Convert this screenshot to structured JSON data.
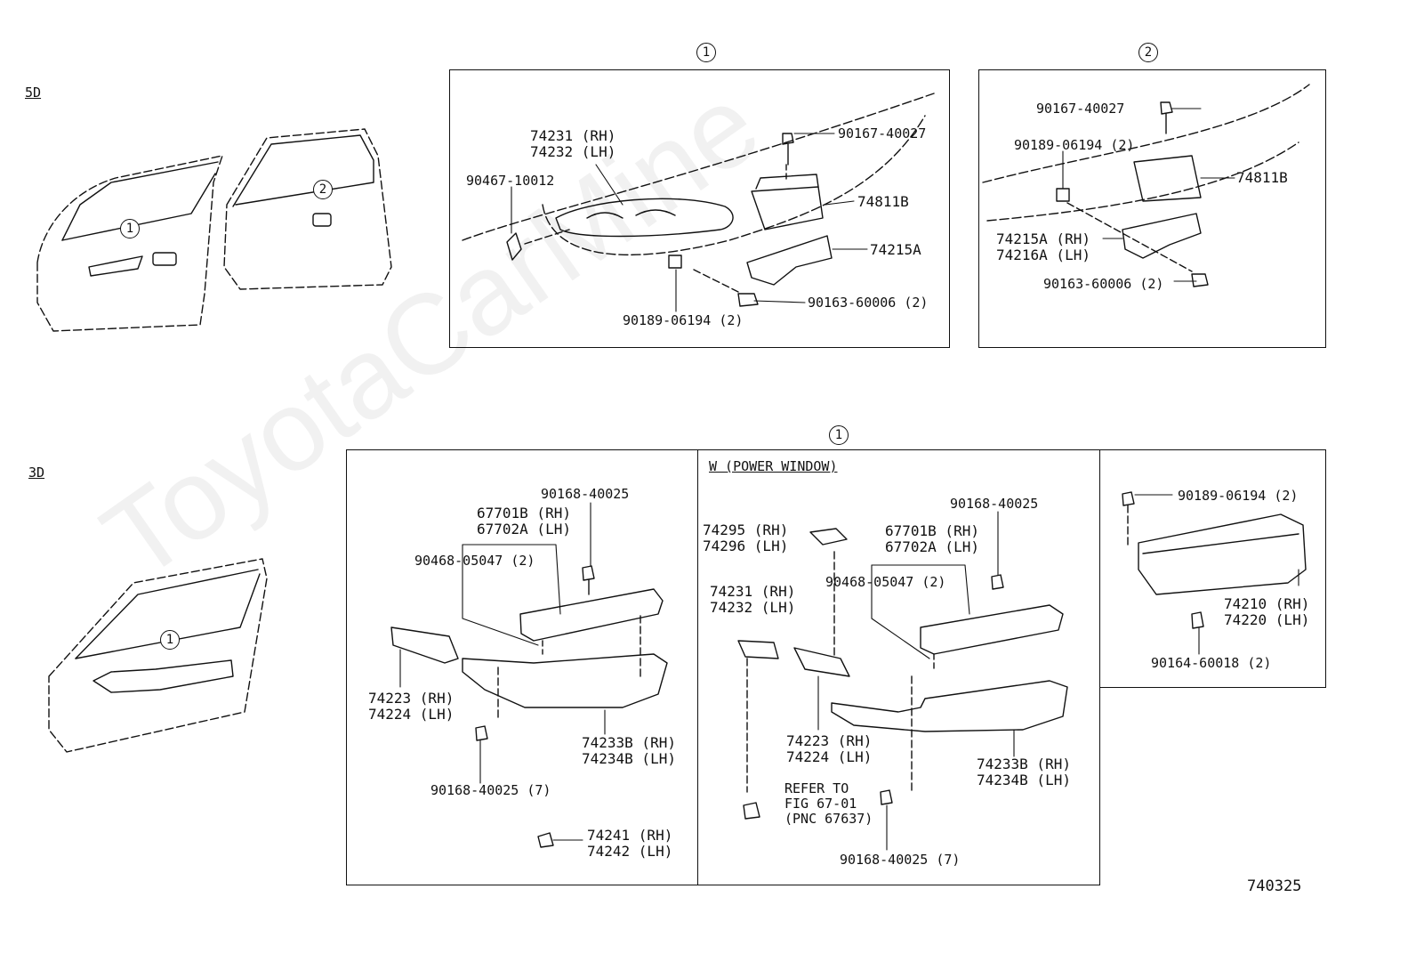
{
  "watermark": "ToyotaCarMine",
  "figure_number": "740325",
  "sections": {
    "five_door": "5D",
    "three_door": "3D"
  },
  "callouts": {
    "c1": "1",
    "c2": "2"
  },
  "panel_w": {
    "title": "W (POWER WINDOW)"
  },
  "panel_5d_1": {
    "p1_a": "74231 (RH)",
    "p1_b": "74232 (LH)",
    "p2": "90467-10012",
    "p3": "90167-40027",
    "p4": "74811B",
    "p5": "74215A",
    "p6": "90189-06194 (2)",
    "p7": "90163-60006 (2)"
  },
  "panel_5d_2": {
    "p1": "90167-40027",
    "p2": "90189-06194 (2)",
    "p3": "74811B",
    "p4_a": "74215A (RH)",
    "p4_b": "74216A (LH)",
    "p5": "90163-60006 (2)"
  },
  "panel_3d_left": {
    "p1": "90168-40025",
    "p2_a": "67701B (RH)",
    "p2_b": "67702A (LH)",
    "p3": "90468-05047 (2)",
    "p4_a": "74223 (RH)",
    "p4_b": "74224 (LH)",
    "p5_a": "74233B (RH)",
    "p5_b": "74234B (LH)",
    "p6": "90168-40025 (7)",
    "p7_a": "74241 (RH)",
    "p7_b": "74242 (LH)"
  },
  "panel_3d_mid": {
    "p1_a": "74295 (RH)",
    "p1_b": "74296 (LH)",
    "p2": "90168-40025",
    "p3_a": "67701B (RH)",
    "p3_b": "67702A (LH)",
    "p4": "90468-05047 (2)",
    "p5_a": "74231 (RH)",
    "p5_b": "74232 (LH)",
    "p6_a": "74223 (RH)",
    "p6_b": "74224 (LH)",
    "p7_a": "74233B (RH)",
    "p7_b": "74234B (LH)",
    "p8_a": "REFER TO",
    "p8_b": "FIG 67-01",
    "p8_c": "(PNC 67637)",
    "p9": "90168-40025 (7)"
  },
  "panel_3d_right": {
    "p1": "90189-06194 (2)",
    "p2_a": "74210 (RH)",
    "p2_b": "74220 (LH)",
    "p3": "90164-60018 (2)"
  }
}
